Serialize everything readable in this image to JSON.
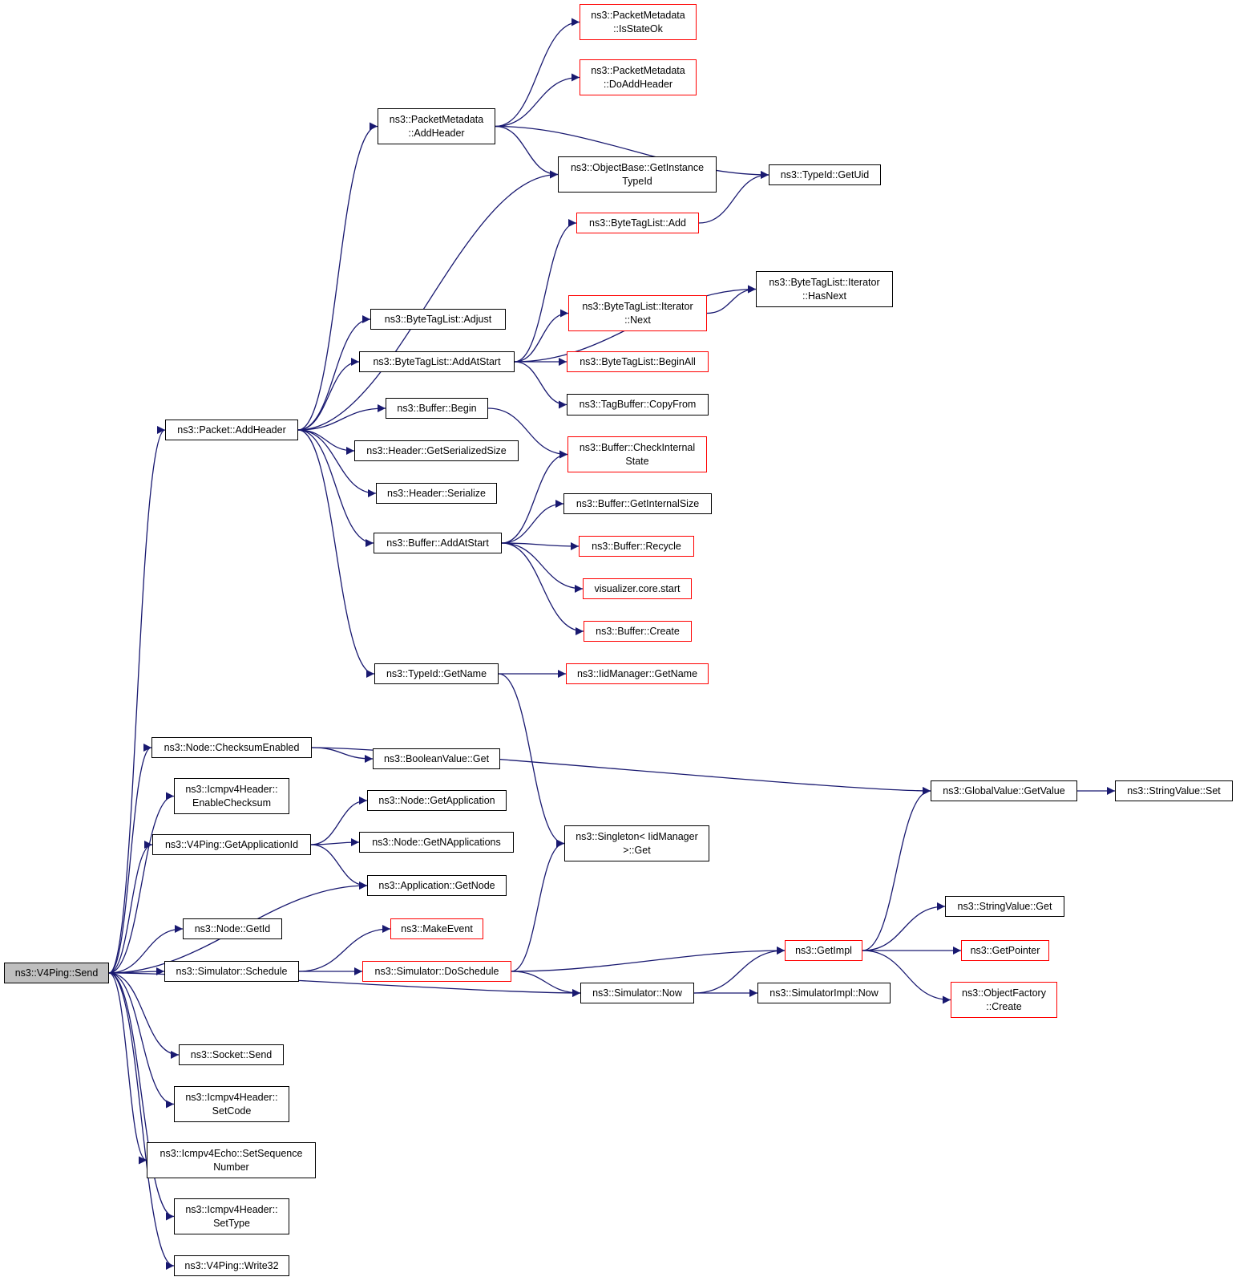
{
  "colors": {
    "edge": "#191970",
    "box_border": "#000000",
    "link_border": "#ff0000",
    "root_fill": "#bfbfbf"
  },
  "nodes": [
    {
      "id": "n_send",
      "label": "ns3::V4Ping::Send",
      "style": "root"
    },
    {
      "id": "n_pm_isstateok",
      "label": "ns3::PacketMetadata\n::IsStateOk",
      "style": "red"
    },
    {
      "id": "n_pm_doaddheader",
      "label": "ns3::PacketMetadata\n::DoAddHeader",
      "style": "red"
    },
    {
      "id": "n_pm_addheader",
      "label": "ns3::PacketMetadata\n::AddHeader",
      "style": "black"
    },
    {
      "id": "n_ob_getinstancetypeid",
      "label": "ns3::ObjectBase::GetInstance\nTypeId",
      "style": "black"
    },
    {
      "id": "n_typeid_getuid",
      "label": "ns3::TypeId::GetUid",
      "style": "black"
    },
    {
      "id": "n_btl_add",
      "label": "ns3::ByteTagList::Add",
      "style": "red"
    },
    {
      "id": "n_btl_iter_hasnext",
      "label": "ns3::ByteTagList::Iterator\n::HasNext",
      "style": "black"
    },
    {
      "id": "n_btl_iter_next",
      "label": "ns3::ByteTagList::Iterator\n::Next",
      "style": "red"
    },
    {
      "id": "n_btl_adjust",
      "label": "ns3::ByteTagList::Adjust",
      "style": "black"
    },
    {
      "id": "n_btl_addatstart",
      "label": "ns3::ByteTagList::AddAtStart",
      "style": "black"
    },
    {
      "id": "n_btl_beginall",
      "label": "ns3::ByteTagList::BeginAll",
      "style": "red"
    },
    {
      "id": "n_tagbuffer_copyfrom",
      "label": "ns3::TagBuffer::CopyFrom",
      "style": "black"
    },
    {
      "id": "n_buffer_begin",
      "label": "ns3::Buffer::Begin",
      "style": "black"
    },
    {
      "id": "n_packet_addheader",
      "label": "ns3::Packet::AddHeader",
      "style": "black"
    },
    {
      "id": "n_header_getserializedsize",
      "label": "ns3::Header::GetSerializedSize",
      "style": "black"
    },
    {
      "id": "n_buffer_checkinternalstate",
      "label": "ns3::Buffer::CheckInternal\nState",
      "style": "red"
    },
    {
      "id": "n_header_serialize",
      "label": "ns3::Header::Serialize",
      "style": "black"
    },
    {
      "id": "n_buffer_getinternalsize",
      "label": "ns3::Buffer::GetInternalSize",
      "style": "black"
    },
    {
      "id": "n_buffer_addatstart",
      "label": "ns3::Buffer::AddAtStart",
      "style": "black"
    },
    {
      "id": "n_buffer_recycle",
      "label": "ns3::Buffer::Recycle",
      "style": "red"
    },
    {
      "id": "n_visualizer_core_start",
      "label": "visualizer.core.start",
      "style": "red"
    },
    {
      "id": "n_buffer_create",
      "label": "ns3::Buffer::Create",
      "style": "red"
    },
    {
      "id": "n_typeid_getname",
      "label": "ns3::TypeId::GetName",
      "style": "black"
    },
    {
      "id": "n_iidmanager_getname",
      "label": "ns3::IidManager::GetName",
      "style": "red"
    },
    {
      "id": "n_node_checksumenabled",
      "label": "ns3::Node::ChecksumEnabled",
      "style": "black"
    },
    {
      "id": "n_booleanvalue_get",
      "label": "ns3::BooleanValue::Get",
      "style": "black"
    },
    {
      "id": "n_globalvalue_getvalue",
      "label": "ns3::GlobalValue::GetValue",
      "style": "black"
    },
    {
      "id": "n_stringvalue_set",
      "label": "ns3::StringValue::Set",
      "style": "black"
    },
    {
      "id": "n_icmpv4header_enablechecksum",
      "label": "ns3::Icmpv4Header::\nEnableChecksum",
      "style": "black"
    },
    {
      "id": "n_node_getapplication",
      "label": "ns3::Node::GetApplication",
      "style": "black"
    },
    {
      "id": "n_v4ping_getapplicationid",
      "label": "ns3::V4Ping::GetApplicationId",
      "style": "black"
    },
    {
      "id": "n_node_getnapplications",
      "label": "ns3::Node::GetNApplications",
      "style": "black"
    },
    {
      "id": "n_singleton_iidmanager_get",
      "label": "ns3::Singleton< IidManager\n>::Get",
      "style": "black"
    },
    {
      "id": "n_application_getnode",
      "label": "ns3::Application::GetNode",
      "style": "black"
    },
    {
      "id": "n_stringvalue_get",
      "label": "ns3::StringValue::Get",
      "style": "black"
    },
    {
      "id": "n_node_getid",
      "label": "ns3::Node::GetId",
      "style": "black"
    },
    {
      "id": "n_makeevent",
      "label": "ns3::MakeEvent",
      "style": "red"
    },
    {
      "id": "n_getimpl",
      "label": "ns3::GetImpl",
      "style": "red"
    },
    {
      "id": "n_getpointer",
      "label": "ns3::GetPointer",
      "style": "red"
    },
    {
      "id": "n_simulator_schedule",
      "label": "ns3::Simulator::Schedule",
      "style": "black"
    },
    {
      "id": "n_simulator_doschedule",
      "label": "ns3::Simulator::DoSchedule",
      "style": "red"
    },
    {
      "id": "n_objectfactory_create",
      "label": "ns3::ObjectFactory\n::Create",
      "style": "red"
    },
    {
      "id": "n_simulator_now",
      "label": "ns3::Simulator::Now",
      "style": "black"
    },
    {
      "id": "n_simulatorimpl_now",
      "label": "ns3::SimulatorImpl::Now",
      "style": "black"
    },
    {
      "id": "n_socket_send",
      "label": "ns3::Socket::Send",
      "style": "black"
    },
    {
      "id": "n_icmpv4header_setcode",
      "label": "ns3::Icmpv4Header::\nSetCode",
      "style": "black"
    },
    {
      "id": "n_icmpv4echo_setsequencenumber",
      "label": "ns3::Icmpv4Echo::SetSequence\nNumber",
      "style": "black"
    },
    {
      "id": "n_icmpv4header_settype",
      "label": "ns3::Icmpv4Header::\nSetType",
      "style": "black"
    },
    {
      "id": "n_v4ping_write32",
      "label": "ns3::V4Ping::Write32",
      "style": "black"
    }
  ],
  "edges": [
    [
      "n_send",
      "n_packet_addheader"
    ],
    [
      "n_send",
      "n_node_checksumenabled"
    ],
    [
      "n_send",
      "n_icmpv4header_enablechecksum"
    ],
    [
      "n_send",
      "n_v4ping_getapplicationid"
    ],
    [
      "n_send",
      "n_application_getnode"
    ],
    [
      "n_send",
      "n_node_getid"
    ],
    [
      "n_send",
      "n_simulator_schedule"
    ],
    [
      "n_send",
      "n_simulator_now"
    ],
    [
      "n_send",
      "n_socket_send"
    ],
    [
      "n_send",
      "n_icmpv4header_setcode"
    ],
    [
      "n_send",
      "n_icmpv4echo_setsequencenumber"
    ],
    [
      "n_send",
      "n_icmpv4header_settype"
    ],
    [
      "n_send",
      "n_v4ping_write32"
    ],
    [
      "n_packet_addheader",
      "n_pm_addheader"
    ],
    [
      "n_packet_addheader",
      "n_ob_getinstancetypeid"
    ],
    [
      "n_packet_addheader",
      "n_btl_adjust"
    ],
    [
      "n_packet_addheader",
      "n_btl_addatstart"
    ],
    [
      "n_packet_addheader",
      "n_buffer_begin"
    ],
    [
      "n_packet_addheader",
      "n_header_getserializedsize"
    ],
    [
      "n_packet_addheader",
      "n_header_serialize"
    ],
    [
      "n_packet_addheader",
      "n_buffer_addatstart"
    ],
    [
      "n_packet_addheader",
      "n_typeid_getname"
    ],
    [
      "n_pm_addheader",
      "n_pm_isstateok"
    ],
    [
      "n_pm_addheader",
      "n_pm_doaddheader"
    ],
    [
      "n_pm_addheader",
      "n_ob_getinstancetypeid"
    ],
    [
      "n_pm_addheader",
      "n_typeid_getuid"
    ],
    [
      "n_btl_add",
      "n_typeid_getuid"
    ],
    [
      "n_btl_addatstart",
      "n_btl_add"
    ],
    [
      "n_btl_addatstart",
      "n_btl_iter_hasnext"
    ],
    [
      "n_btl_addatstart",
      "n_btl_iter_next"
    ],
    [
      "n_btl_addatstart",
      "n_btl_beginall"
    ],
    [
      "n_btl_addatstart",
      "n_tagbuffer_copyfrom"
    ],
    [
      "n_btl_iter_next",
      "n_btl_iter_hasnext"
    ],
    [
      "n_buffer_begin",
      "n_buffer_checkinternalstate"
    ],
    [
      "n_buffer_addatstart",
      "n_buffer_checkinternalstate"
    ],
    [
      "n_buffer_addatstart",
      "n_buffer_getinternalsize"
    ],
    [
      "n_buffer_addatstart",
      "n_buffer_recycle"
    ],
    [
      "n_buffer_addatstart",
      "n_visualizer_core_start"
    ],
    [
      "n_buffer_addatstart",
      "n_buffer_create"
    ],
    [
      "n_typeid_getname",
      "n_iidmanager_getname"
    ],
    [
      "n_typeid_getname",
      "n_singleton_iidmanager_get"
    ],
    [
      "n_node_checksumenabled",
      "n_booleanvalue_get"
    ],
    [
      "n_node_checksumenabled",
      "n_globalvalue_getvalue"
    ],
    [
      "n_globalvalue_getvalue",
      "n_stringvalue_set"
    ],
    [
      "n_v4ping_getapplicationid",
      "n_node_getapplication"
    ],
    [
      "n_v4ping_getapplicationid",
      "n_node_getnapplications"
    ],
    [
      "n_v4ping_getapplicationid",
      "n_application_getnode"
    ],
    [
      "n_simulator_schedule",
      "n_makeevent"
    ],
    [
      "n_simulator_schedule",
      "n_simulator_doschedule"
    ],
    [
      "n_simulator_doschedule",
      "n_singleton_iidmanager_get"
    ],
    [
      "n_simulator_doschedule",
      "n_getimpl"
    ],
    [
      "n_simulator_doschedule",
      "n_simulator_now"
    ],
    [
      "n_simulator_now",
      "n_getimpl"
    ],
    [
      "n_simulator_now",
      "n_simulatorimpl_now"
    ],
    [
      "n_getimpl",
      "n_globalvalue_getvalue"
    ],
    [
      "n_getimpl",
      "n_stringvalue_get"
    ],
    [
      "n_getimpl",
      "n_getpointer"
    ],
    [
      "n_getimpl",
      "n_objectfactory_create"
    ]
  ]
}
